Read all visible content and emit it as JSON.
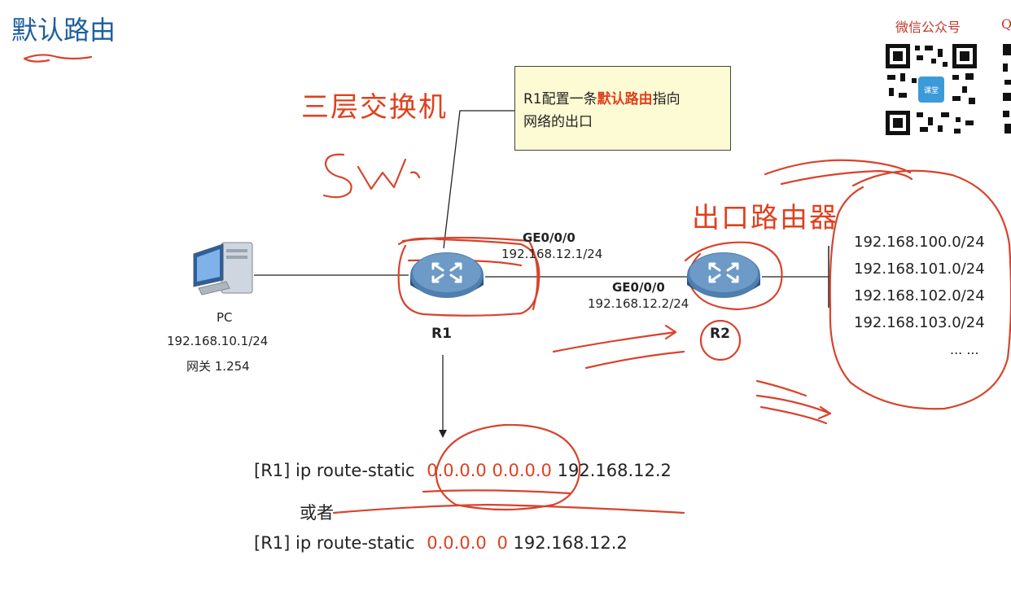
{
  "title": "默认路由",
  "switch_label": "三层交换机",
  "handwriting_sw": "SW.",
  "callout": {
    "line1_a": "R1配置一条",
    "line1_b": "默认路由",
    "line1_c": "指向",
    "line2": "网络的出口"
  },
  "egress_label": "出口路由器",
  "pc": {
    "name": "PC",
    "ip": "192.168.10.1/24",
    "gateway": "网关 1.254"
  },
  "r1": {
    "name": "R1",
    "port": "GE0/0/0",
    "ip": "192.168.12.1/24"
  },
  "r2": {
    "name": "R2",
    "port": "GE0/0/0",
    "ip": "192.168.12.2/24"
  },
  "networks": [
    "192.168.100.0/24",
    "192.168.101.0/24",
    "192.168.102.0/24",
    "192.168.103.0/24",
    "... ..."
  ],
  "commands": {
    "cmd1_prefix": "[R1] ip route-static",
    "cmd1_dest": "0.0.0.0",
    "cmd1_mask": "0.0.0.0",
    "cmd1_nexthop": "192.168.12.2",
    "or": "或者",
    "cmd2_prefix": "[R1] ip route-static",
    "cmd2_dest": "0.0.0.0",
    "cmd2_mask": "0",
    "cmd2_nexthop": "192.168.12.2"
  },
  "wechat": {
    "label": "微信公众号",
    "label2": "Q",
    "qr_logo_text": "课堂"
  },
  "colors": {
    "title": "#1f5f9c",
    "annotation": "#d8432c",
    "router": "#3e6f9c",
    "callout_bg": "#fdfbd3"
  }
}
